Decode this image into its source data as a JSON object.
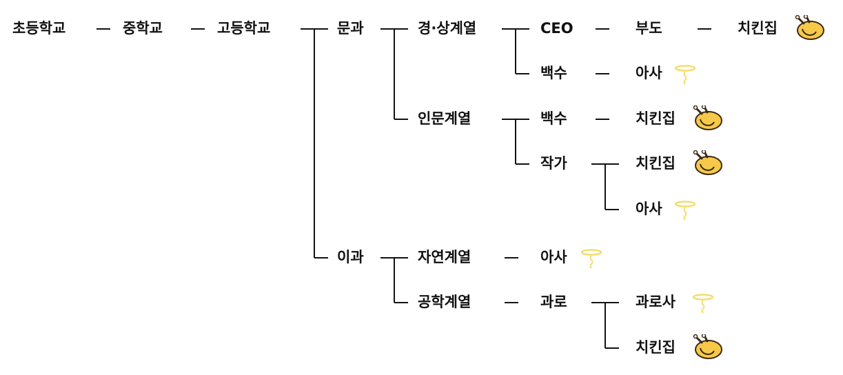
{
  "colors": {
    "line": "#111111",
    "text": "#111111",
    "chicken": "#f6c94a",
    "chicken_outline": "#3a2a12",
    "halo": "#f3dd6e"
  },
  "stages": {
    "elementary": "초등학교",
    "middle": "중학교",
    "high": "고등학교"
  },
  "tracks": {
    "humanities": "문과",
    "science": "이과"
  },
  "majors": {
    "business": "경·상계열",
    "liberal_arts": "인문계열",
    "natural_science": "자연계열",
    "engineering": "공학계열"
  },
  "outcomes": {
    "ceo": "CEO",
    "bankrupt": "부도",
    "chicken_1": "치킨집",
    "unemployed_1": "백수",
    "starve_1": "아사",
    "unemployed_2": "백수",
    "chicken_2": "치킨집",
    "writer": "작가",
    "chicken_3": "치킨집",
    "starve_2": "아사",
    "starve_3": "아사",
    "overwork": "과로",
    "overwork_death": "과로사",
    "chicken_4": "치킨집"
  },
  "icons": {
    "chicken_1": "roast-chicken-icon",
    "starve_1": "angel-halo-icon",
    "chicken_2": "roast-chicken-icon",
    "chicken_3": "roast-chicken-icon",
    "starve_2": "angel-halo-icon",
    "starve_3": "angel-halo-icon",
    "overwork_death": "angel-halo-icon",
    "chicken_4": "roast-chicken-icon"
  }
}
